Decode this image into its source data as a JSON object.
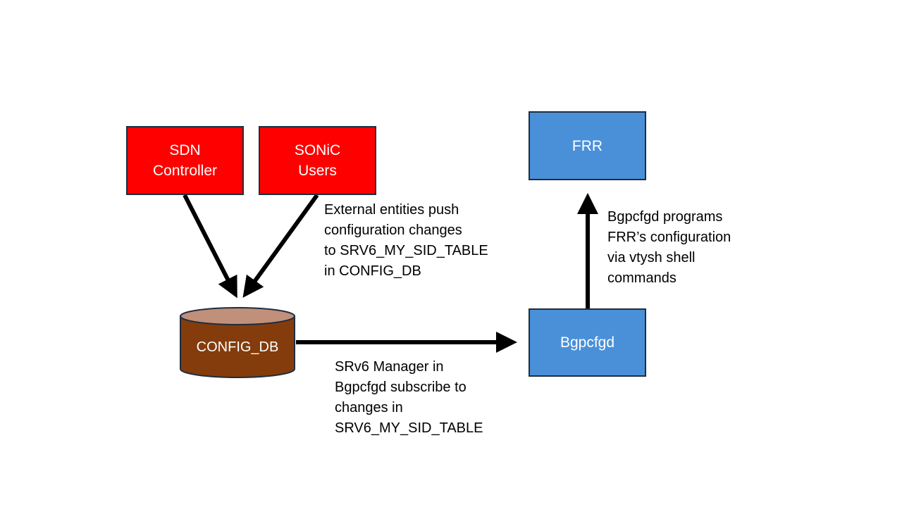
{
  "nodes": {
    "sdn_controller": "SDN\nController",
    "sonic_users": "SONiC\nUsers",
    "config_db": "CONFIG_DB",
    "bgpcfgd": "Bgpcfgd",
    "frr": "FRR"
  },
  "notes": {
    "external_push": "External entities push\nconfiguration changes\nto SRV6_MY_SID_TABLE\nin  CONFIG_DB",
    "srv6_manager": "SRv6 Manager in\nBgpcfgd subscribe to\nchanges in\nSRV6_MY_SID_TABLE",
    "bgpcfgd_programs": "Bgpcfgd programs\nFRR’s configuration\nvia vtysh shell\ncommands"
  },
  "colors": {
    "external": "#ff0000",
    "component": "#4a90d9",
    "database": "#843c0c",
    "database_top": "#c0907a"
  }
}
